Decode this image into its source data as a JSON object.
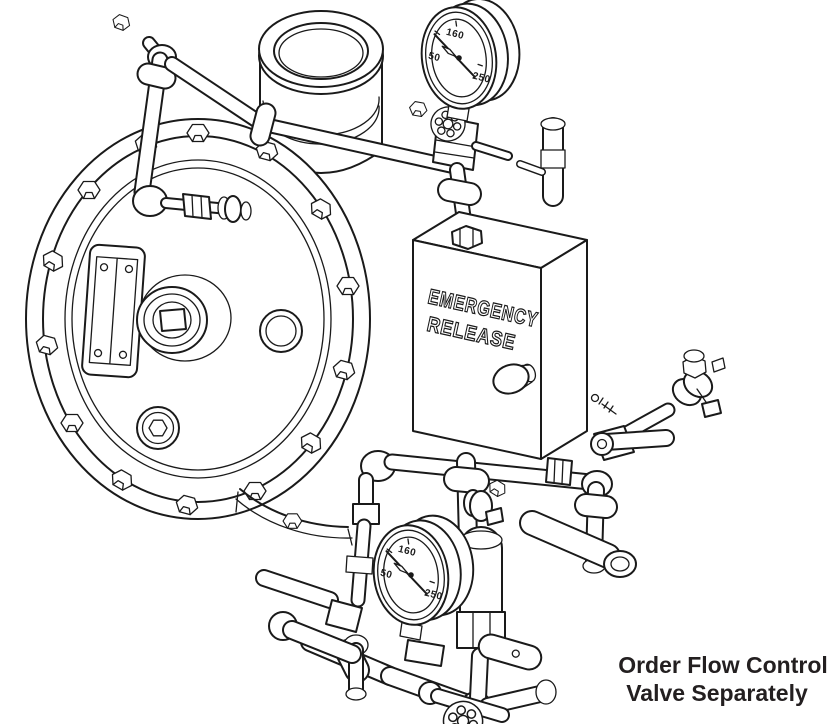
{
  "drawing": {
    "description_hidden": "",
    "note": {
      "line1": "Order Flow Control",
      "line2": "Valve Separately"
    },
    "emergency_release_plate": {
      "line1": "EMERGENCY",
      "line2": "RELEASE"
    },
    "gauge_top": {
      "labels": {
        "low": "50",
        "mid": "160",
        "high": "250"
      }
    },
    "gauge_bottom": {
      "labels": {
        "low": "50",
        "mid": "160",
        "high": "250"
      }
    },
    "colors": {
      "line": "#1a1a1a",
      "background": "#ffffff",
      "text": "#231f20"
    }
  }
}
